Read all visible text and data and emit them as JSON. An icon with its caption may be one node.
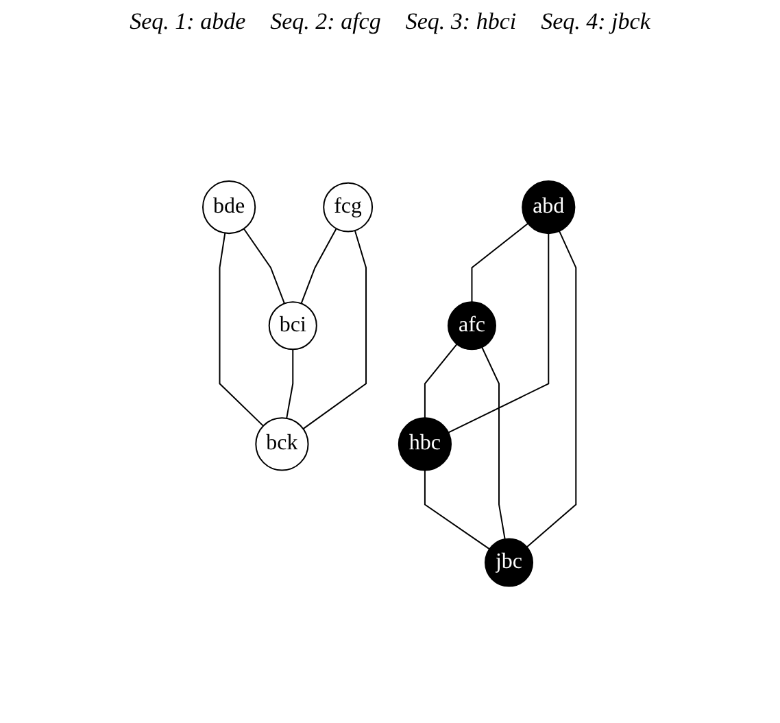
{
  "diagram": {
    "nodes": [
      {
        "text": [
          "abd"
        ]
      },
      {
        "text": [
          "bde"
        ]
      },
      {
        "text": [
          "afc"
        ]
      },
      {
        "text": [
          "hbc"
        ]
      },
      {
        "text": [
          "fcg"
        ]
      },
      {
        "text": [
          "bci"
        ]
      },
      {
        "text": [
          "jbc"
        ]
      },
      {
        "text": [
          "bck"
        ]
      }
    ],
    "edges": [
      {
        "from": 0,
        "to": 2,
        "arrow": "none"
      },
      {
        "from": 0,
        "to": 3,
        "arrow": "none"
      },
      {
        "from": 0,
        "to": 6,
        "arrow": "none"
      },
      {
        "from": 2,
        "to": 3,
        "arrow": "none"
      },
      {
        "from": 2,
        "to": 6,
        "arrow": "none"
      },
      {
        "from": 1,
        "to": 7,
        "arrow": "none"
      },
      {
        "from": 1,
        "to": 5,
        "arrow": "none"
      },
      {
        "from": 3,
        "to": 6,
        "arrow": "none"
      },
      {
        "from": 4,
        "to": 5,
        "arrow": "none"
      },
      {
        "from": 4,
        "to": 7,
        "arrow": "none"
      },
      {
        "from": 5,
        "to": 7,
        "arrow": "none"
      }
    ],
    "labels": [
      "Seq. 1: abde",
      "Seq. 2: afcg",
      "Seq. 3: hbci",
      "Seq. 4: jbck"
    ]
  }
}
